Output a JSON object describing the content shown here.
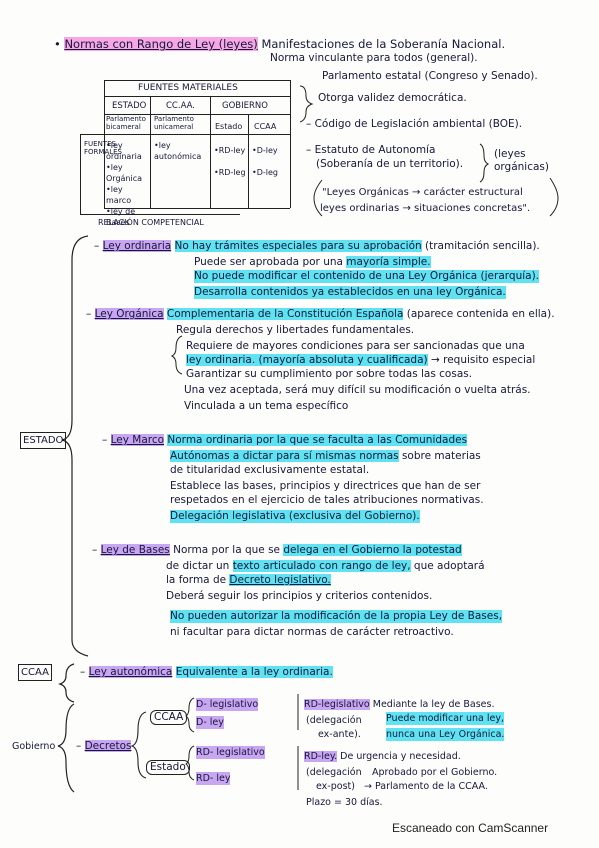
{
  "header": {
    "bullet": "•",
    "title_hl": "Normas con Rango de Ley (leyes)",
    "title_rest": "Manifestaciones de la Soberanía Nacional.",
    "line2": "Norma vinculante para todos (general)."
  },
  "table": {
    "title": "FUENTES MATERIALES",
    "col_estado": "ESTADO",
    "col_ccaa": "CC.AA.",
    "col_gobierno": "GOBIERNO",
    "sub_estado": "Parlamento bicameral",
    "sub_ccaa": "Parlamento unicameral",
    "sub_gob_estado": "Estado",
    "sub_gob_ccaa": "CCAA",
    "side_label": "FUENTES FORMALES",
    "estado_items": [
      "•ley ordinaria",
      "•ley Orgánica",
      "•ley marco",
      "•ley de Bases"
    ],
    "ccaa_items": [
      "•ley autonómica"
    ],
    "gob_estado_items": [
      "•RD-ley",
      "•RD-leg"
    ],
    "gob_ccaa_items": [
      "•D-ley",
      "•D-leg"
    ],
    "footer": "RELACIÓN COMPETENCIAL"
  },
  "right_notes": {
    "n1": "Parlamento estatal (Congreso y Senado).",
    "n2": "Otorga validez democrática.",
    "n3": "– Código de Legislación ambiental (BOE).",
    "n4": "– Estatuto de Autonomía",
    "n5": "(Soberanía de un territorio).",
    "n6": "(leyes orgánicas)",
    "n7": "\"Leyes Orgánicas → carácter estructural",
    "n8": "leyes ordinarias → situaciones concretas\"."
  },
  "ley_ordinaria": {
    "label": "Ley ordinaria",
    "l1a": "No hay trámites especiales para su aprobación",
    "l1b": "(tramitación sencilla).",
    "l2a": "Puede ser aprobada por una",
    "l2b": "mayoría simple.",
    "l3": "No puede modificar el contenido de una Ley Orgánica (jerarquía).",
    "l4": "Desarrolla contenidos ya establecidos en una ley Orgánica."
  },
  "ley_organica": {
    "label": "Ley Orgánica",
    "l1a": "Complementaria de la Constitución Española",
    "l1b": "(aparece contenida en ella).",
    "l2": "Regula derechos y libertades fundamentales.",
    "l3": "Requiere de mayores condiciones para ser sancionadas que una",
    "l4a": "ley ordinaria. (mayoría absoluta y cualificada)",
    "l4b": "→ requisito especial",
    "l5": "Garantizar su cumplimiento por sobre todas las cosas.",
    "l6": "Una vez aceptada, será muy difícil su modificación o vuelta atrás.",
    "l7": "Vinculada a un tema específico"
  },
  "estado_label": "ESTADO",
  "ley_marco": {
    "label": "Ley Marco",
    "l1a": "Norma ordinaria por la que se faculta a las Comunidades",
    "l2a": "Autónomas a dictar para sí mismas normas",
    "l2b": "sobre materias",
    "l3": "de titularidad exclusivamente estatal.",
    "l4": "Establece las bases, principios y directrices que han de ser",
    "l5": "respetados en el ejercicio de tales atribuciones normativas.",
    "l6": "Delegación legislativa (exclusiva del Gobierno)."
  },
  "ley_bases": {
    "label": "Ley de Bases",
    "l1a": "Norma por la que se",
    "l1b": "delega en el Gobierno la potestad",
    "l2a": "de dictar un",
    "l2b": "texto articulado con rango de ley,",
    "l2c": "que adoptará",
    "l3a": "la forma de",
    "l3b": "Decreto legislativo.",
    "l4": "Deberá seguir los principios y criterios contenidos.",
    "l5": "No pueden autorizar la modificación de la propia Ley de Bases,",
    "l6": "ni facultar para dictar normas de carácter retroactivo."
  },
  "ccaa_label": "CCAA",
  "ley_autonomica": {
    "label": "Ley autonómica",
    "text": "Equivalente a la ley ordinaria."
  },
  "gobierno": {
    "label": "Gobierno",
    "decretos": "Decretos",
    "ccaa": "CCAA",
    "estado": "Estado",
    "d_leg": "D- legislativo",
    "d_ley": "D- ley",
    "rd_leg": "RD- legislativo",
    "rd_ley": "RD- ley",
    "rdleg_a": "RD-legislativo",
    "rdleg_b": "Mediante la ley de Bases.",
    "rdleg_c": "(delegación",
    "rdleg_d": "Puede modificar una ley,",
    "rdleg_e": "ex-ante).",
    "rdleg_f": "nunca una Ley Orgánica.",
    "rdley_a": "RD-ley.",
    "rdley_b": "De urgencia y necesidad.",
    "rdley_c": "(delegación",
    "rdley_d": "Aprobado por el Gobierno.",
    "rdley_e": "ex-post)",
    "rdley_f": "→ Parlamento de la CCAA.",
    "rdley_g": "Plazo = 30 días."
  },
  "footer": "Escaneado con CamScanner"
}
